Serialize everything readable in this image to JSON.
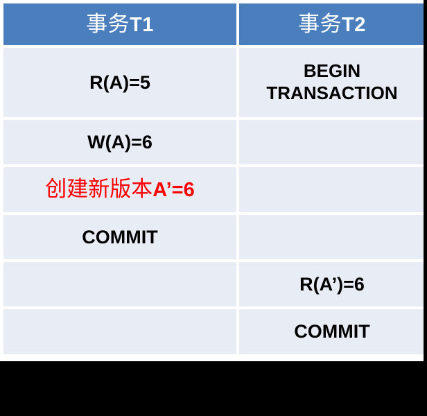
{
  "slide": {
    "background_color": "#000000",
    "table_frame_color": "#ffffff"
  },
  "table": {
    "header_bg": "#4a7ebc",
    "header_fg": "#ffffff",
    "cell_bg": "#e8ecf4",
    "cell_fg": "#000000",
    "accent_color": "#fe0000",
    "columns": [
      {
        "key": "t1",
        "label_cjk": "事务",
        "label_lat": "T1",
        "label_full": "事务T1"
      },
      {
        "key": "t2",
        "label_cjk": "事务",
        "label_lat": "T2",
        "label_full": "事务T2"
      }
    ],
    "rows": [
      {
        "t1": {
          "text": "R(A)=5",
          "style": "plain"
        },
        "t2": {
          "text": "BEGIN\nTRANSACTION",
          "style": "multiline"
        }
      },
      {
        "t1": {
          "text": "W(A)=6",
          "style": "plain"
        },
        "t2": {
          "text": "",
          "style": "empty"
        }
      },
      {
        "t1": {
          "text": "创建新版本A’=6",
          "text_cjk": "创建新版本",
          "text_lat": "A’=6",
          "style": "accent"
        },
        "t2": {
          "text": "",
          "style": "empty"
        }
      },
      {
        "t1": {
          "text": "COMMIT",
          "style": "plain"
        },
        "t2": {
          "text": "",
          "style": "empty"
        }
      },
      {
        "t1": {
          "text": "",
          "style": "empty"
        },
        "t2": {
          "text": "R(A’)=6",
          "style": "plain"
        }
      },
      {
        "t1": {
          "text": "",
          "style": "empty"
        },
        "t2": {
          "text": "COMMIT",
          "style": "plain"
        }
      }
    ]
  }
}
